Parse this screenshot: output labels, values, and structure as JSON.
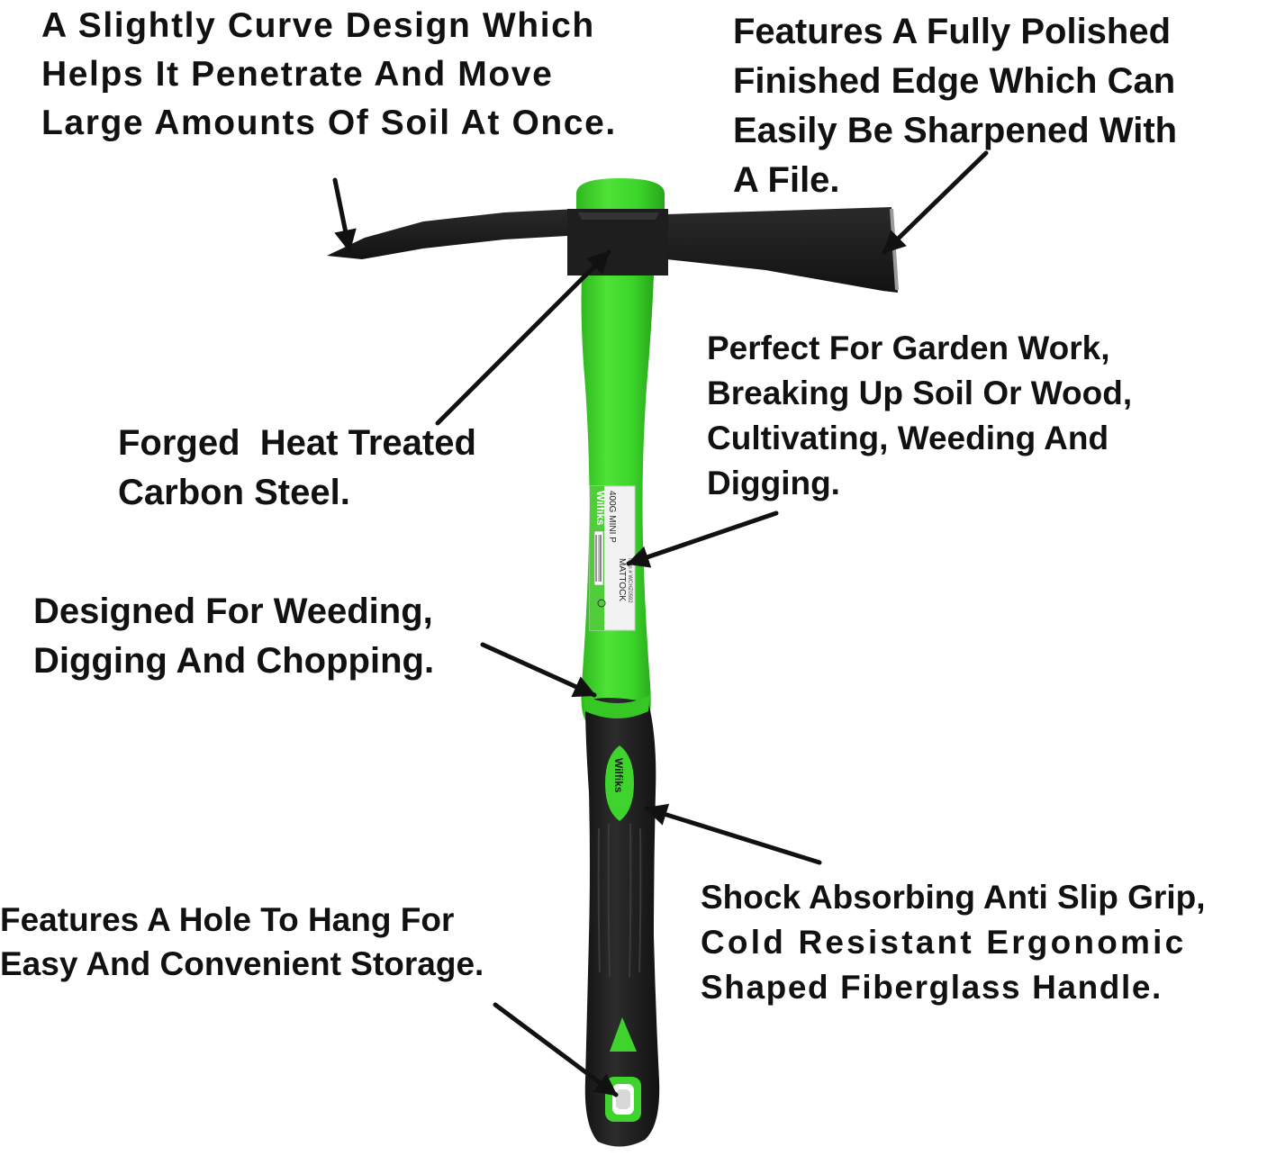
{
  "callouts": {
    "curve_design": [
      "A Slightly Curve Design Which",
      "Helps It Penetrate And Move",
      "Large Amounts Of Soil At Once."
    ],
    "polished_edge": [
      "Features A Fully Polished",
      "Finished Edge Which Can",
      "Easily Be Sharpened With",
      "A File."
    ],
    "carbon_steel": [
      "Forged  Heat Treated",
      "Carbon Steel."
    ],
    "garden_work": [
      "Perfect For Garden Work,",
      "Breaking Up Soil Or Wood,",
      "Cultivating, Weeding And",
      "Digging."
    ],
    "weeding": [
      "Designed For Weeding,",
      "Digging And Chopping."
    ],
    "hanging_hole": [
      "Features A Hole To Hang For",
      "Easy And Convenient Storage."
    ],
    "grip": [
      "Shock Absorbing Anti Slip Grip,",
      "Cold Resistant Ergonomic",
      "Shaped Fiberglass Handle."
    ]
  },
  "product_label": {
    "brand": "Wilfiks",
    "product_name": "400G MINI P",
    "product_type": "MATTOCK",
    "item_number": "Item # WCHZ0592"
  },
  "grip_logo": "Wilfiks",
  "colors": {
    "handle_green": "#39d227",
    "head_black": "#1b1b1b",
    "grip_black": "#222222",
    "text": "#111111",
    "background": "#ffffff"
  }
}
